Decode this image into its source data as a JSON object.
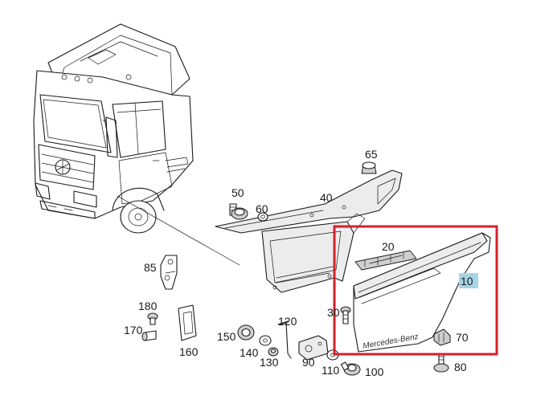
{
  "callouts": {
    "c10": "10",
    "c20": "20",
    "c30": "30",
    "c40": "40",
    "c50": "50",
    "c60": "60",
    "c65": "65",
    "c70": "70",
    "c80": "80",
    "c85": "85",
    "c90": "90",
    "c100": "100",
    "c110": "110",
    "c120": "120",
    "c130": "130",
    "c140": "140",
    "c150": "150",
    "c160": "160",
    "c170": "170",
    "c180": "180"
  },
  "panel_lettering": "Mercedes-Benz",
  "colors": {
    "highlight_box": "#d6202a",
    "callout_10_bg": "#a7d3e6",
    "line": "#1a1a1a"
  }
}
